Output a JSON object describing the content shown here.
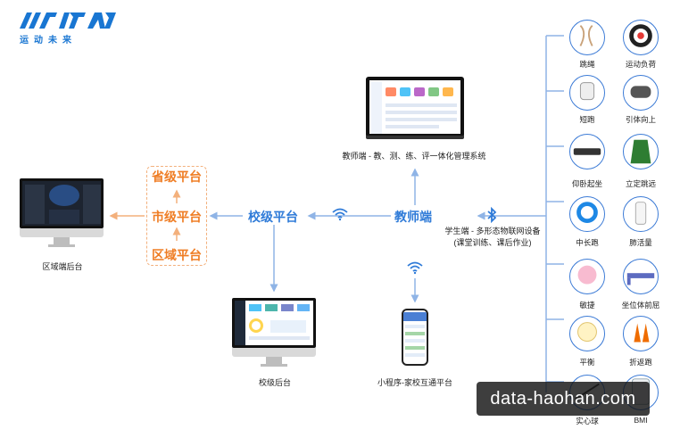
{
  "brand": {
    "sub": "运动未来"
  },
  "nodes": {
    "teacher_system_label": "教师端 - 教、测、练、评一体化管理系统",
    "region_backend_label": "区域端后台",
    "school_backend_label": "校级后台",
    "miniprogram_label": "小程序-家校互通平台",
    "student_devices_label": "学生端 - 多形态物联网设备",
    "student_devices_sub": "(课堂训练、课后作业)"
  },
  "platforms": {
    "province": "省级平台",
    "city": "市级平台",
    "district": "区域平台",
    "school": "校级平台",
    "teacher": "教师端"
  },
  "devices": [
    {
      "label": "跳绳",
      "icon": "jump-rope-icon"
    },
    {
      "label": "运动负荷",
      "icon": "heart-rate-band-icon"
    },
    {
      "label": "短跑",
      "icon": "sprint-sensor-icon"
    },
    {
      "label": "引体向上",
      "icon": "pull-up-sensor-icon"
    },
    {
      "label": "仰卧起坐",
      "icon": "sit-up-mat-icon"
    },
    {
      "label": "立定跳远",
      "icon": "long-jump-mat-icon"
    },
    {
      "label": "中长跑",
      "icon": "wristband-icon"
    },
    {
      "label": "肺活量",
      "icon": "spirometer-icon"
    },
    {
      "label": "敏捷",
      "icon": "agility-pad-icon"
    },
    {
      "label": "坐位体前屈",
      "icon": "sit-reach-icon"
    },
    {
      "label": "平衡",
      "icon": "balance-pad-icon"
    },
    {
      "label": "折返跑",
      "icon": "cone-icon"
    },
    {
      "label": "实心球",
      "icon": "medicine-ball-icon"
    },
    {
      "label": "BMI",
      "icon": "bmi-scale-icon"
    }
  ],
  "watermark": "data-haohan.com",
  "colors": {
    "orange": "#ef7d24",
    "blue": "#2f7bd8",
    "line_blue": "#8fb4e6",
    "line_orange": "#f3b07c"
  }
}
